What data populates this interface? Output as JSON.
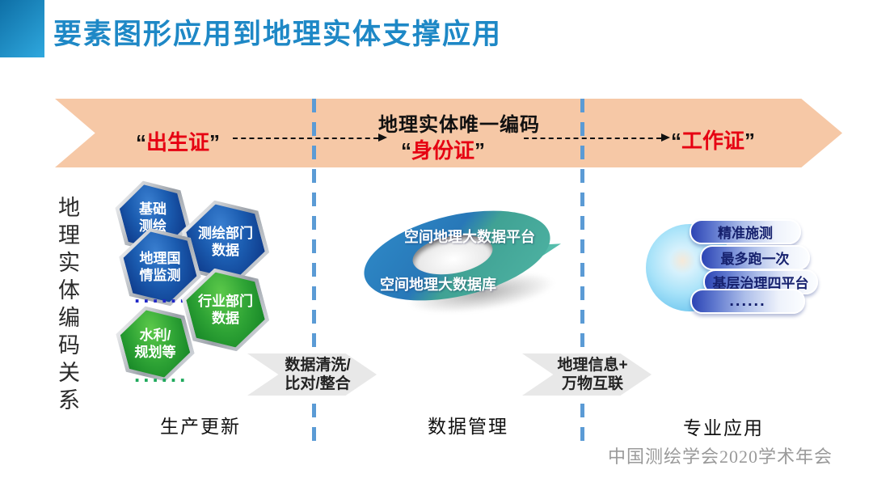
{
  "colors": {
    "title-blue": "#1E88C6",
    "banner-peach": "#F6C8A6",
    "cert-red": "#E60012",
    "dash-blue": "#5B9BD5",
    "hex-blue-dark": "#0A2F7E",
    "hex-green-dark": "#0F7D22",
    "pill-navy": "#16216E",
    "teal": "#45AB9B",
    "footer-gray": "#9A9A9A"
  },
  "header": {
    "title": "要素图形应用到地理实体支撑应用"
  },
  "banner": {
    "quote_open": "“",
    "quote_close": "”",
    "birth_cert": "出生证",
    "unique_code_title": "地理实体唯一编码",
    "id_cert": "身份证",
    "work_cert": "工作证"
  },
  "side_label": "地理实体编码关系",
  "production": {
    "hexagons": [
      {
        "line1": "基础",
        "line2": "测绘",
        "color": "blue"
      },
      {
        "line1": "测绘部门",
        "line2": "数据",
        "color": "blue"
      },
      {
        "line1": "地理国",
        "line2": "情监测",
        "color": "blue"
      },
      {
        "line1": "行业部门",
        "line2": "数据",
        "color": "green"
      },
      {
        "line1": "水利/",
        "line2": "规划等",
        "color": "green"
      }
    ],
    "dots_blue": "......",
    "dots_green": "......",
    "column_label": "生产更新"
  },
  "flow_arrows": [
    {
      "line1": "数据清洗/",
      "line2": "比对/整合"
    },
    {
      "line1": "地理信息+",
      "line2": "万物互联"
    }
  ],
  "data_management": {
    "platform_label": "空间地理大数据平台",
    "database_label": "空间地理大数据库",
    "column_label": "数据管理"
  },
  "professional": {
    "pills": [
      "精准施测",
      "最多跑一次",
      "基层治理四平台",
      "......"
    ],
    "column_label": "专业应用"
  },
  "footer": "中国测绘学会2020学术年会"
}
